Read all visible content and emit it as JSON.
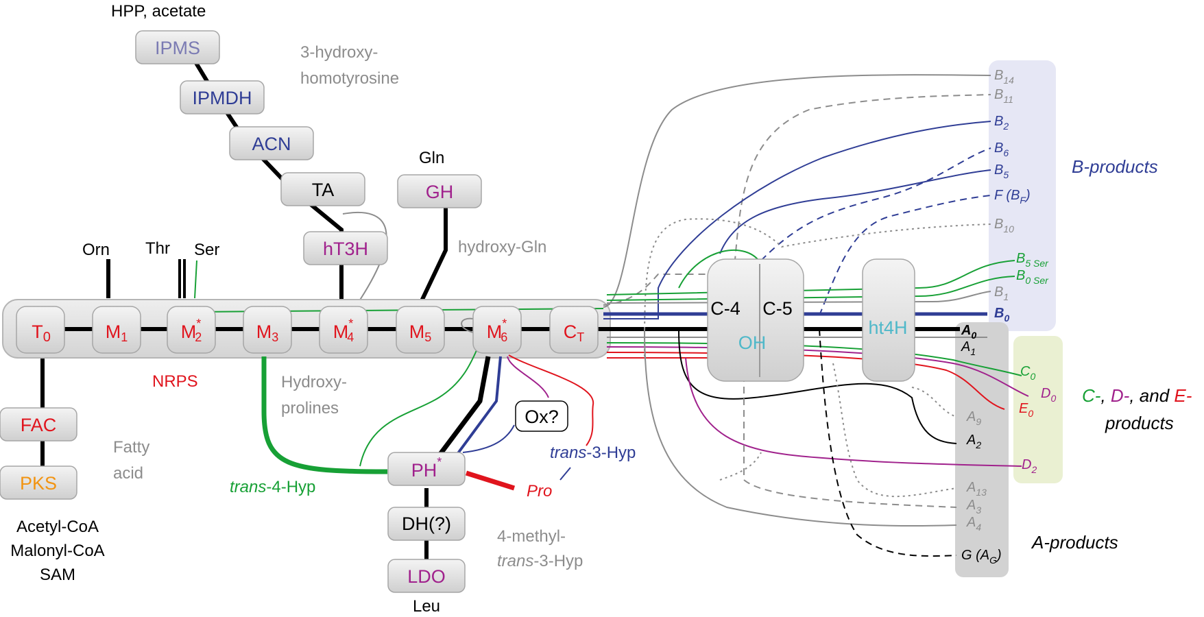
{
  "colors": {
    "black": "#000000",
    "red": "#e0141d",
    "gray": "#8c8c8c",
    "blue": "#2f3d95",
    "purple_blue": "#7b7bb3",
    "magenta": "#a0218c",
    "green": "#17a035",
    "orange": "#f29412",
    "cyan": "#4fb8c9",
    "box_fill": "#e4e4e4",
    "b_panel": "#e6e7f5",
    "a_panel": "#d2d2d2",
    "cde_panel": "#eaf0d2"
  },
  "pathway": {
    "top_substrate": "HPP, acetate",
    "ipms": "IPMS",
    "ipmdh": "IPMDH",
    "acn": "ACN",
    "ta": "TA",
    "ht3h": "hT3H",
    "hydroxyhomotyr_1": "3-hydroxy-",
    "hydroxyhomotyr_2": "homotyrosine",
    "gln": "Gln",
    "gh": "GH",
    "hydroxy_gln": "hydroxy-Gln",
    "orn": "Orn",
    "thr": "Thr",
    "ser": "Ser",
    "nrps": "NRPS",
    "hydroxyprolines_1": "Hydroxy-",
    "hydroxyprolines_2": "prolines",
    "fatty_1": "Fatty",
    "fatty_2": "acid",
    "fac": "FAC",
    "pks": "PKS",
    "acetyl_coa": "Acetyl-CoA",
    "malonyl_coa": "Malonyl-CoA",
    "sam": "SAM",
    "ph": "PH",
    "ox": "Ox?",
    "dh": "DH(?)",
    "ldo": "LDO",
    "leu": "Leu",
    "trans4hyp_italic": "trans",
    "trans4hyp_rest": "-4-Hyp",
    "trans3hyp_italic": "trans",
    "trans3hyp_rest": "-3-Hyp",
    "pro": "Pro",
    "methyl_1": "4-methyl-",
    "methyl_2_italic": "trans",
    "methyl_2_rest": "-3-Hyp"
  },
  "modules": {
    "t0": "T",
    "t0_sub": "0",
    "m1": "M",
    "m1_sub": "1",
    "m2": "M",
    "m2_sub": "2",
    "m3": "M",
    "m3_sub": "3",
    "m4": "M",
    "m4_sub": "4",
    "m5": "M",
    "m5_sub": "5",
    "m6": "M",
    "m6_sub": "6",
    "ct": "C",
    "ct_sub": "T",
    "star": "*"
  },
  "oh_enzyme": {
    "c4": "C-4",
    "c5": "C-5",
    "oh": "OH",
    "ht4h": "ht4H"
  },
  "products": {
    "b_title": "B-products",
    "a_title": "A-products",
    "cde_c": "C-",
    "cde_sep1": ", ",
    "cde_d": "D-",
    "cde_sep2": ", and ",
    "cde_e": "E-",
    "cde_line2": "products",
    "b14": "B",
    "b14_sub": "14",
    "b11": "B",
    "b11_sub": "11",
    "b2": "B",
    "b2_sub": "2",
    "b6": "B",
    "b6_sub": "6",
    "b5": "B",
    "b5_sub": "5",
    "f": "F (B",
    "f_sub": "F",
    "f_end": ")",
    "b10": "B",
    "b10_sub": "10",
    "b5ser": "B",
    "b5ser_sub": "5 Ser",
    "b0ser": "B",
    "b0ser_sub": "0 Ser",
    "b1": "B",
    "b1_sub": "1",
    "b0": "B",
    "b0_sub": "0",
    "a0": "A",
    "a0_sub": "0",
    "a1": "A",
    "a1_sub": "1",
    "c0": "C",
    "c0_sub": "0",
    "d0": "D",
    "d0_sub": "0",
    "e0": "E",
    "e0_sub": "0",
    "a9": "A",
    "a9_sub": "9",
    "a2": "A",
    "a2_sub": "2",
    "d2": "D",
    "d2_sub": "2",
    "a13": "A",
    "a13_sub": "13",
    "a3": "A",
    "a3_sub": "3",
    "a4": "A",
    "a4_sub": "4",
    "g": "G (A",
    "g_sub": "G",
    "g_end": ")"
  }
}
